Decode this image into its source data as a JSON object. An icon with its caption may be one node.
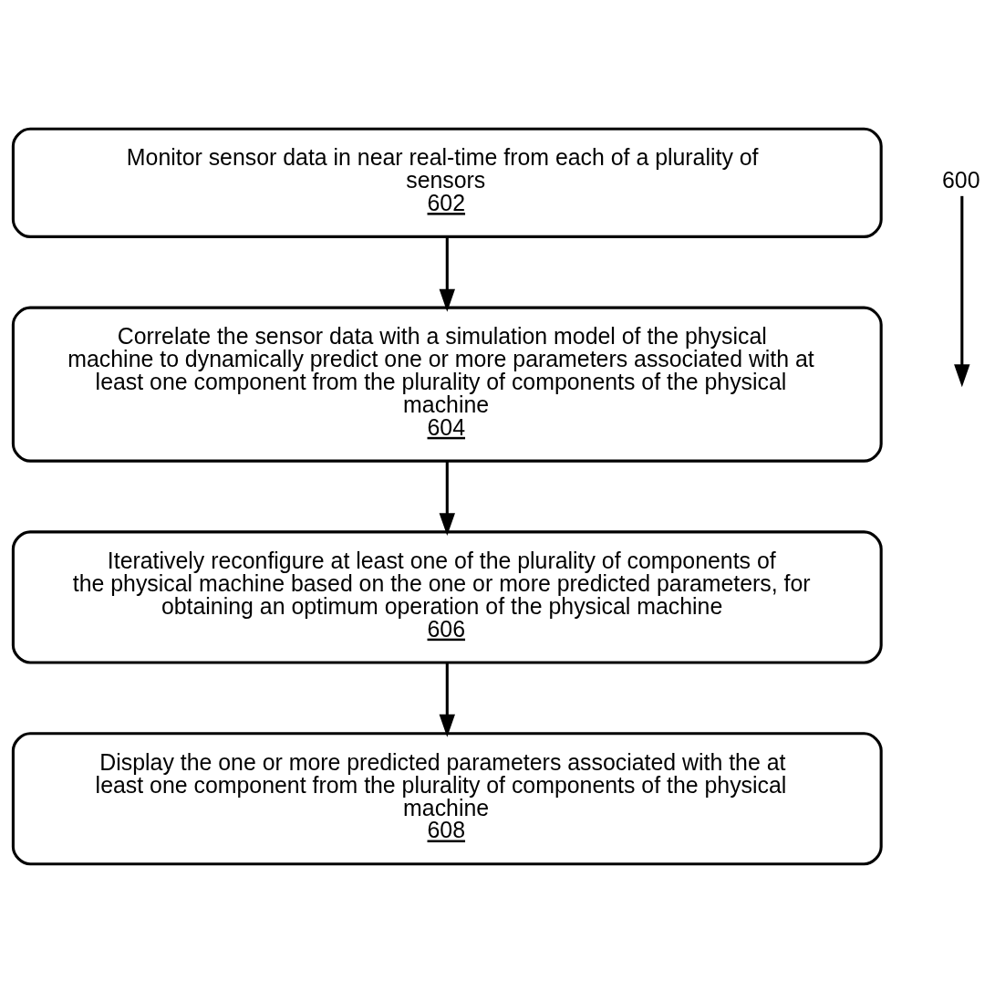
{
  "diagram": {
    "nodes": [
      {
        "text": [
          "Monitor sensor data in near real-time from each of a plurality of sensors",
          "602"
        ]
      },
      {
        "text": [
          "Correlate the sensor data with a simulation model of the physical machine to dynamically predict one or more parameters associated with at least one component from the plurality of components of the physical machine",
          "604"
        ]
      },
      {
        "text": [
          "Iteratively reconfigure at least one of the plurality of components of the physical machine based on the one or more predicted parameters, for obtaining an optimum operation of the physical machine",
          "606"
        ]
      },
      {
        "text": [
          "Display the one or more predicted parameters associated with the at least one component from the plurality of components of the physical machine",
          "608"
        ]
      },
      {
        "text": [
          "600"
        ]
      }
    ],
    "edges": [
      {
        "from": 0,
        "to": 1,
        "arrow": "to"
      },
      {
        "from": 1,
        "to": 2,
        "arrow": "to"
      },
      {
        "from": 2,
        "to": 3,
        "arrow": "to"
      },
      {
        "from": 4,
        "to": null,
        "arrow": "to"
      }
    ]
  }
}
